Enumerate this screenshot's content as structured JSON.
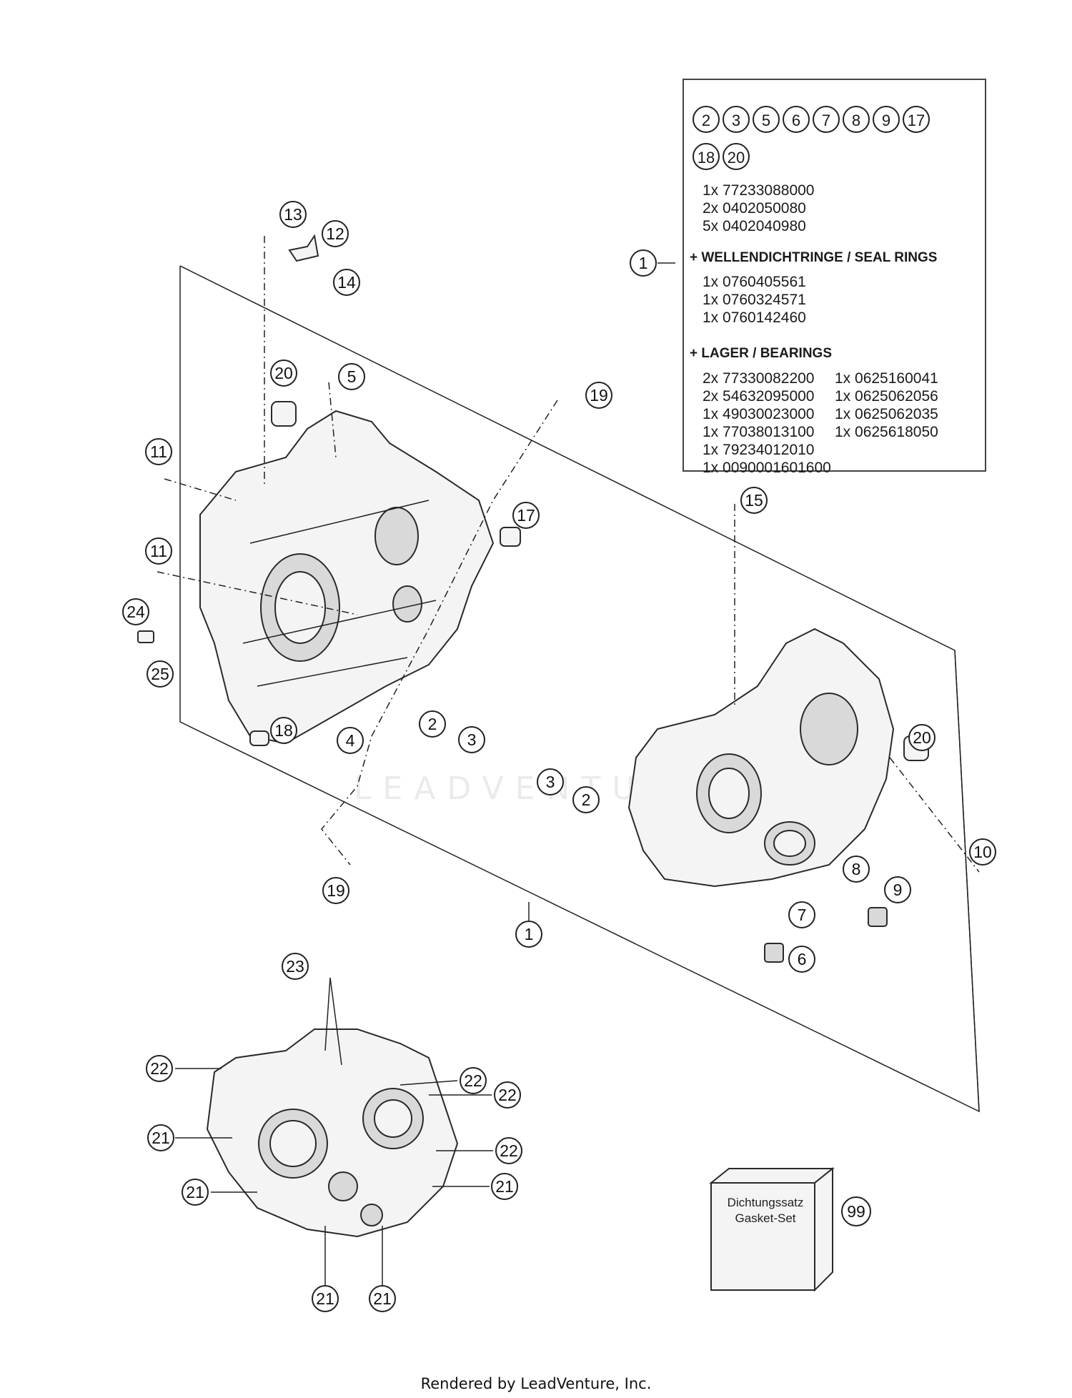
{
  "kit": {
    "callouts": [
      "2",
      "3",
      "5",
      "6",
      "7",
      "8",
      "9",
      "17",
      "18",
      "20"
    ],
    "lines_main": [
      "1x 77233088000",
      "2x 0402050080",
      "5x 0402040980"
    ],
    "seal_head": "+ WELLENDICHTRINGE / SEAL RINGS",
    "seal_lines": [
      "1x 0760405561",
      "1x 0760324571",
      "1x 0760142460"
    ],
    "bearing_head": "+ LAGER / BEARINGS",
    "bearings_left": [
      "2x 77330082200",
      "2x 54632095000",
      "1x 49030023000",
      "1x 77038013100",
      "1x 79234012010",
      "1x 0090001601600"
    ],
    "bearings_right": [
      "1x 0625160041",
      "1x 0625062056",
      "1x 0625062035",
      "1x 0625618050",
      "",
      ""
    ]
  },
  "callouts": {
    "c1a": "1",
    "c1b": "1",
    "c2a": "2",
    "c2b": "2",
    "c3a": "3",
    "c3b": "3",
    "c4": "4",
    "c5": "5",
    "c6": "6",
    "c7": "7",
    "c8": "8",
    "c9": "9",
    "c10": "10",
    "c11a": "11",
    "c11b": "11",
    "c12": "12",
    "c13": "13",
    "c14": "14",
    "c15": "15",
    "c17": "17",
    "c18": "18",
    "c19a": "19",
    "c19b": "19",
    "c20a": "20",
    "c20b": "20",
    "c21a": "21",
    "c21b": "21",
    "c21c": "21",
    "c21d": "21",
    "c21e": "21",
    "c22a": "22",
    "c22b": "22",
    "c22c": "22",
    "c22d": "22",
    "c23": "23",
    "c24": "24",
    "c25": "25",
    "c99": "99"
  },
  "gasket": {
    "line1": "Dichtungssatz",
    "line2": "Gasket-Set"
  },
  "watermark": "LEADVENTURE",
  "footer": "Rendered by LeadVenture, Inc."
}
